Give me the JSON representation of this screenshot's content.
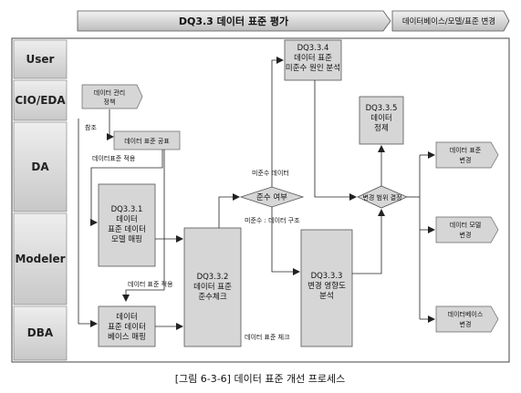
{
  "header": {
    "title": "DQ3.3 데이터 표준 평가",
    "right_tab": "데이터베이스/모델/표준 변경"
  },
  "lanes": [
    "User",
    "CIO/EDA",
    "DA",
    "Modeler",
    "DBA"
  ],
  "boxes": {
    "dq334": [
      "DQ3.3.4",
      "데이터 표준",
      "미준수 원인 분석"
    ],
    "dq335": [
      "DQ3.3.5",
      "데이터",
      "정제"
    ],
    "dq331": [
      "DQ3.3.1",
      "데이터",
      "표준 데이터",
      "모델 매핑"
    ],
    "dba_map": [
      "데이터",
      "표준 데이터",
      "베이스 매핑"
    ],
    "dq332": [
      "DQ3.3.2",
      "데이터 표준",
      "준수체크"
    ],
    "dq333": [
      "DQ3.3.3",
      "변경 영향도",
      "분석"
    ],
    "std_publish": [
      "데이터 표준 공표"
    ],
    "policy": [
      "데이터 관리",
      "정책"
    ]
  },
  "outputs": {
    "std_change": [
      "데이터 표준",
      "변경"
    ],
    "model_change": [
      "데이터 모델",
      "변경"
    ],
    "db_change": [
      "데이터베이스",
      "변경"
    ]
  },
  "decisions": {
    "compliance": "준수 여부",
    "scope": "변경 범위 결정"
  },
  "labels": {
    "ref": "참조",
    "std_apply_1": "데이터표준 적용",
    "std_apply_2": "데이터 표준 적용",
    "noncompliant_data": "미준수 데이터",
    "noncompliant_struct": "미준수 : 데이터 구조",
    "std_check": "데이터 표준 체크"
  },
  "caption": "[그림 6-3-6] 데이터 표준 개선 프로세스"
}
